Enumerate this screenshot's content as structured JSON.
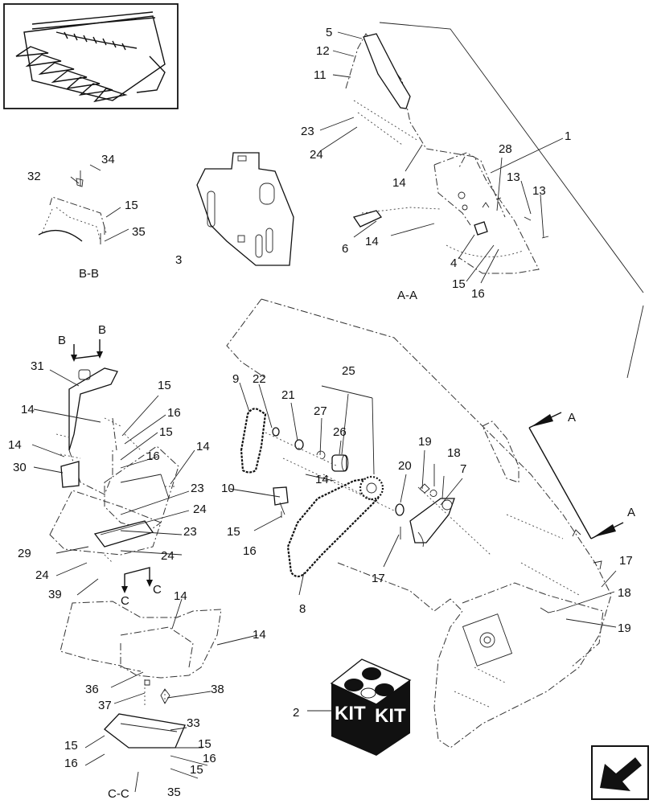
{
  "callouts": [
    {
      "id": "c1",
      "text": "1"
    },
    {
      "id": "c2",
      "text": "2"
    },
    {
      "id": "c3",
      "text": "3"
    },
    {
      "id": "c4",
      "text": "4"
    },
    {
      "id": "c5",
      "text": "5"
    },
    {
      "id": "c6",
      "text": "6"
    },
    {
      "id": "c7",
      "text": "7"
    },
    {
      "id": "c8",
      "text": "8"
    },
    {
      "id": "c9",
      "text": "9"
    },
    {
      "id": "c10",
      "text": "10"
    },
    {
      "id": "c11",
      "text": "11"
    },
    {
      "id": "c12",
      "text": "12"
    },
    {
      "id": "c13a",
      "text": "13"
    },
    {
      "id": "c13b",
      "text": "13"
    },
    {
      "id": "c14a",
      "text": "14"
    },
    {
      "id": "c14b",
      "text": "14"
    },
    {
      "id": "c14c",
      "text": "14"
    },
    {
      "id": "c14d",
      "text": "14"
    },
    {
      "id": "c14e",
      "text": "14"
    },
    {
      "id": "c14f",
      "text": "14"
    },
    {
      "id": "c14g",
      "text": "14"
    },
    {
      "id": "c14h",
      "text": "14"
    },
    {
      "id": "c15a",
      "text": "15"
    },
    {
      "id": "c15b",
      "text": "15"
    },
    {
      "id": "c15c",
      "text": "15"
    },
    {
      "id": "c15d",
      "text": "15"
    },
    {
      "id": "c15e",
      "text": "15"
    },
    {
      "id": "c15f",
      "text": "15"
    },
    {
      "id": "c15g",
      "text": "15"
    },
    {
      "id": "c15h",
      "text": "15"
    },
    {
      "id": "c16a",
      "text": "16"
    },
    {
      "id": "c16b",
      "text": "16"
    },
    {
      "id": "c16c",
      "text": "16"
    },
    {
      "id": "c16d",
      "text": "16"
    },
    {
      "id": "c16e",
      "text": "16"
    },
    {
      "id": "c16f",
      "text": "16"
    },
    {
      "id": "c17a",
      "text": "17"
    },
    {
      "id": "c17b",
      "text": "17"
    },
    {
      "id": "c18a",
      "text": "18"
    },
    {
      "id": "c18b",
      "text": "18"
    },
    {
      "id": "c19a",
      "text": "19"
    },
    {
      "id": "c19b",
      "text": "19"
    },
    {
      "id": "c20",
      "text": "20"
    },
    {
      "id": "c21",
      "text": "21"
    },
    {
      "id": "c22",
      "text": "22"
    },
    {
      "id": "c23a",
      "text": "23"
    },
    {
      "id": "c23b",
      "text": "23"
    },
    {
      "id": "c23c",
      "text": "23"
    },
    {
      "id": "c24a",
      "text": "24"
    },
    {
      "id": "c24b",
      "text": "24"
    },
    {
      "id": "c24c",
      "text": "24"
    },
    {
      "id": "c24d",
      "text": "24"
    },
    {
      "id": "c25",
      "text": "25"
    },
    {
      "id": "c26",
      "text": "26"
    },
    {
      "id": "c27",
      "text": "27"
    },
    {
      "id": "c28",
      "text": "28"
    },
    {
      "id": "c29",
      "text": "29"
    },
    {
      "id": "c30",
      "text": "30"
    },
    {
      "id": "c31",
      "text": "31"
    },
    {
      "id": "c32",
      "text": "32"
    },
    {
      "id": "c33",
      "text": "33"
    },
    {
      "id": "c34",
      "text": "34"
    },
    {
      "id": "c35a",
      "text": "35"
    },
    {
      "id": "c35b",
      "text": "35"
    },
    {
      "id": "c36",
      "text": "36"
    },
    {
      "id": "c37",
      "text": "37"
    },
    {
      "id": "c38",
      "text": "38"
    },
    {
      "id": "c39",
      "text": "39"
    }
  ],
  "sections": {
    "aa": "A-A",
    "bb": "B-B",
    "cc": "C-C",
    "arrow_a1": "A",
    "arrow_a2": "A",
    "arrow_b1": "B",
    "arrow_b2": "B",
    "arrow_c1": "C",
    "arrow_c2": "C"
  },
  "kit_box": {
    "left": "KIT",
    "right": "KIT"
  },
  "icons": {
    "thumbnail": "corn-header-thumbnail",
    "kit": "kit-box-icon",
    "nav": "next-page-arrow-icon"
  }
}
